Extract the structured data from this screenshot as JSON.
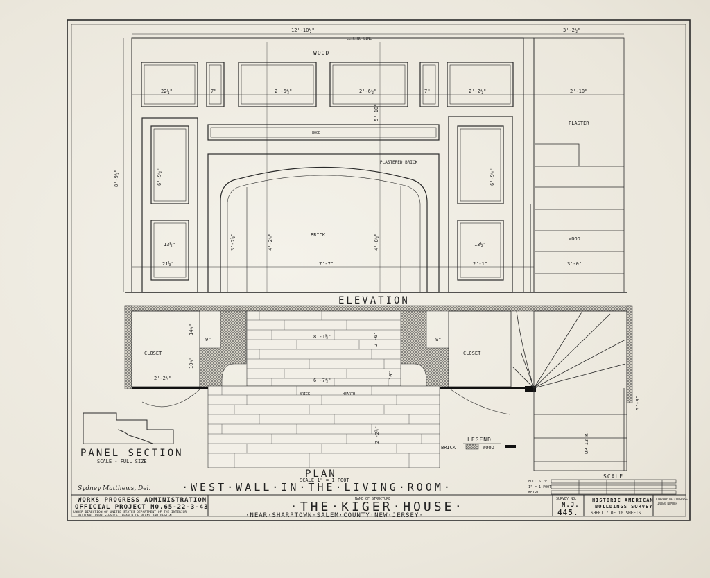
{
  "drawing": {
    "ceiling_width": "12'-10½\"",
    "ceiling_label": "CEILING LINE",
    "right_dim": "3'-2½\"",
    "wood_top": "WOOD",
    "wood_band": "WOOD",
    "plaster": "PLASTER",
    "plastered_brick": "PLASTERED BRICK",
    "brick": "BRICK",
    "wood_stair": "WOOD",
    "overall_height": "8'-9½\"",
    "top_panel_dims": [
      "22¼\"",
      "7\"",
      "2'-6½\"",
      "2'-6½\"",
      "7\"",
      "2'-2½\""
    ],
    "top_right_dim": "2'-10\"",
    "door_panel_h": "6'-9½\"",
    "lower_panel_w": "13½\"",
    "side_w_left": "21½\"",
    "side_w_right": "2'-1\"",
    "opening_w": "7'-7\"",
    "opening_h": "4'-2½\"",
    "opening_h2": "4'-8½\"",
    "arch_h": "3'-2½\"",
    "stair_w": "3'-0\"",
    "mid_dim": "5'-10\"",
    "elevation": "ELEVATION",
    "closet_left": "CLOSET",
    "closet_right": "CLOSET",
    "plan_dims": [
      "8'-1½\"",
      "6'-7½\"",
      "2'-2½\"",
      "2'-6\"",
      "10\"",
      "9\"",
      "9\"",
      "14½\"",
      "10½\"",
      "2'-2½\""
    ],
    "brick_hearth_1": "BRICK",
    "brick_hearth_2": "HEARTH",
    "up_label": "UP 13 R.",
    "plan_right_dim": "5'-3\"",
    "legend_title": "LEGEND",
    "legend_brick": "BRICK",
    "legend_wood": "WOOD",
    "panel_section": "PANEL SECTION",
    "panel_scale": "SCALE - FULL SIZE",
    "plan": "PLAN",
    "plan_scale": "SCALE 1\" = 1 FOOT",
    "delineator": "Sydney Matthews, Del.",
    "wall_title": "·WEST·WALL·IN·THE·LIVING·ROOM·",
    "scale_label": "SCALE",
    "scale_rows": [
      "FULL SIZE",
      "1\" = 1 FOOT",
      "METRIC"
    ]
  },
  "title_block": {
    "wpa": "WORKS PROGRESS ADMINISTRATION",
    "project": "OFFICIAL PROJECT NO.65-22-3-43",
    "under1": "UNDER DIRECTION OF UNITED STATES DEPARTMENT OF THE INTERIOR",
    "under2": "NATIONAL PARK SERVICE, BRANCH OF PLANS AND DESIGN",
    "name_label": "NAME OF STRUCTURE",
    "structure": "·THE·KIGER·HOUSE·",
    "location": "·NEAR·SHARPTOWN·SALEM·COUNTY·NEW·JERSEY·",
    "survey_label": "SURVEY NO.",
    "state": "N.J.",
    "survey_no": "445.",
    "habs1": "HISTORIC AMERICAN",
    "habs2": "BUILDINGS SURVEY",
    "sheet": "SHEET 7 OF 10 SHEETS",
    "index1": "LIBRARY OF CONGRESS",
    "index2": "INDEX NUMBER"
  }
}
